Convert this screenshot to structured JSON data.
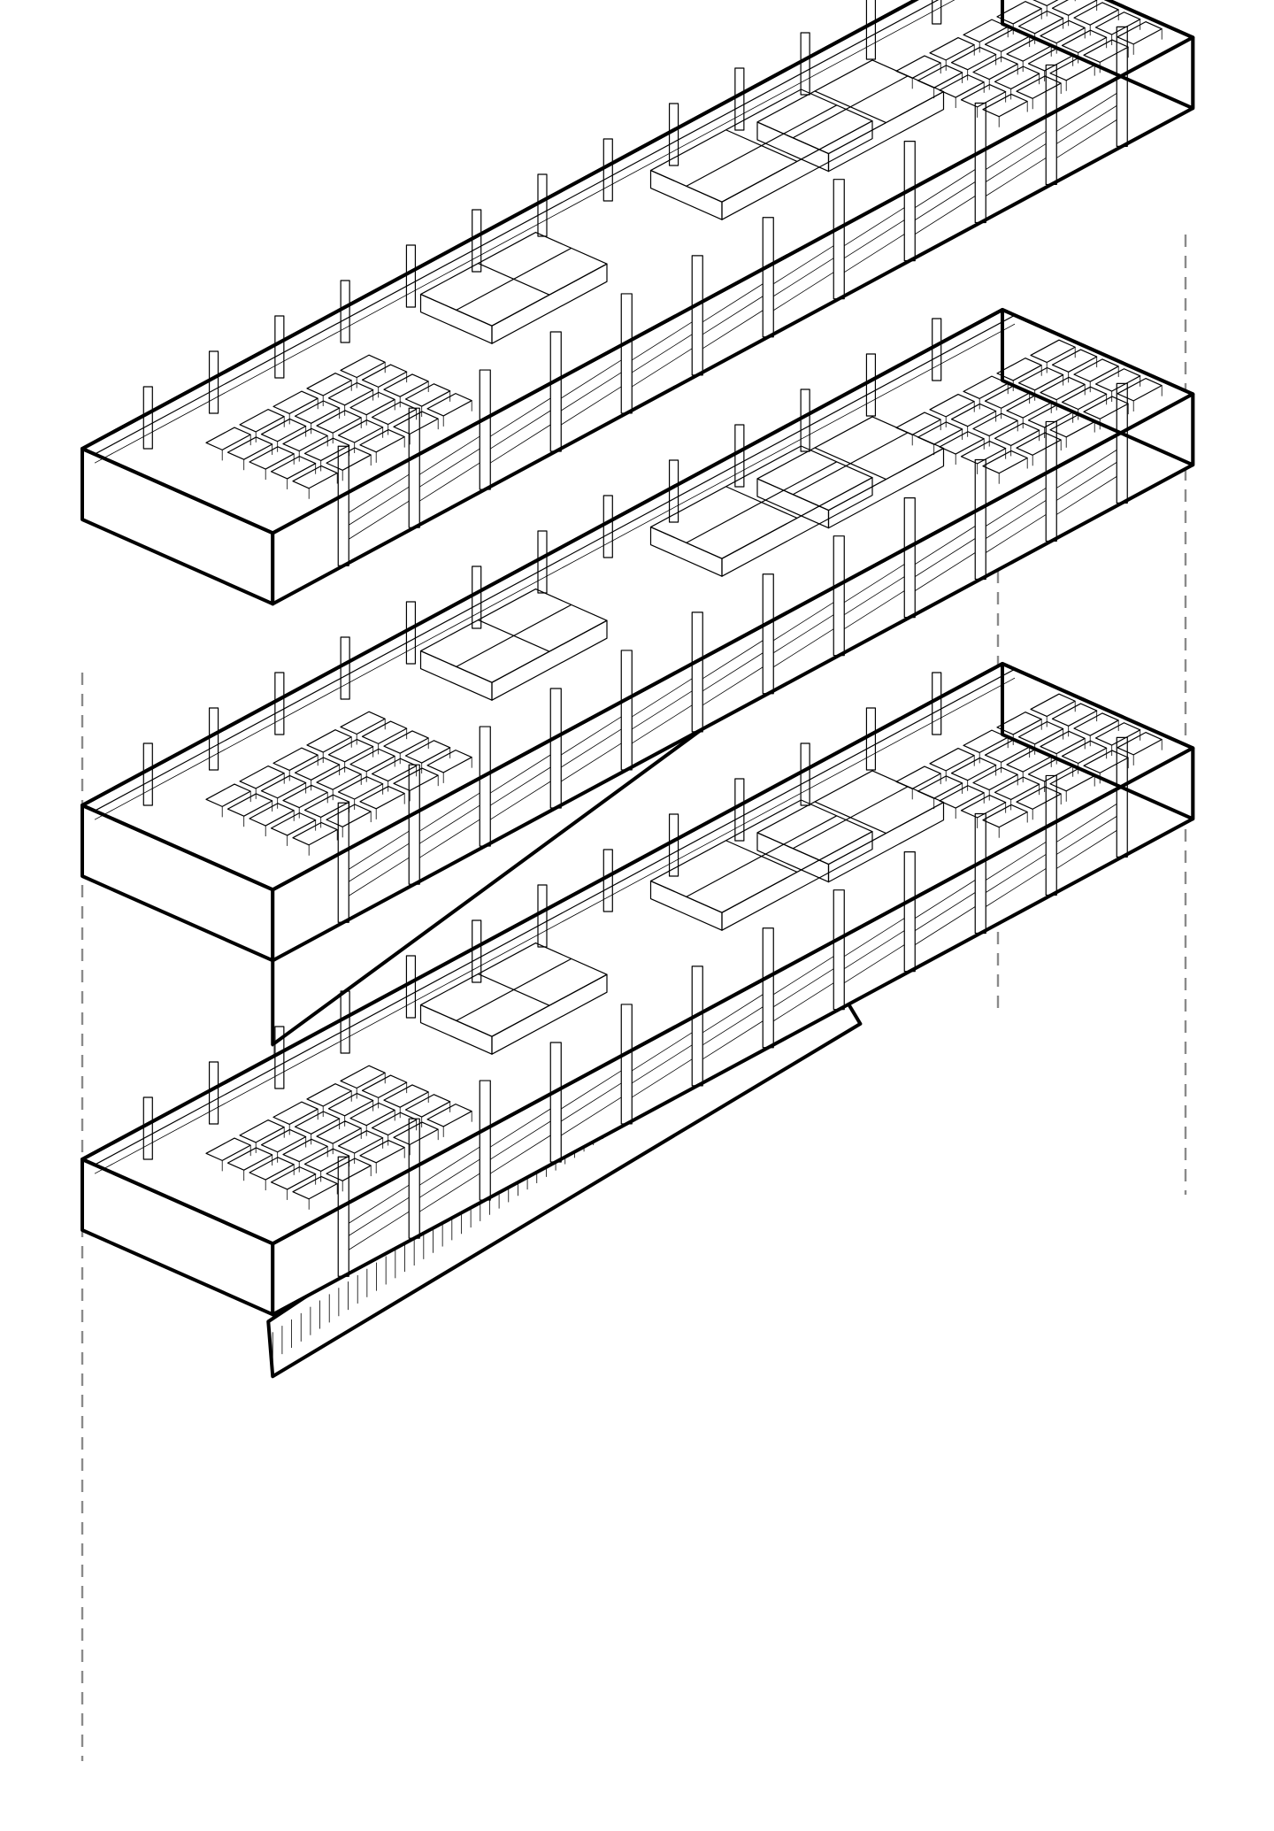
{
  "diagram": {
    "kind": "exploded-axonometric",
    "levels": [
      {
        "id": "level-3",
        "has_slab_extension": false,
        "has_ramp": false
      },
      {
        "id": "level-2",
        "has_slab_extension": true,
        "has_ramp": false
      },
      {
        "id": "level-1",
        "has_slab_extension": false,
        "has_ramp": true
      }
    ],
    "stroke_color": "#000000",
    "guide_color": "#8a8a8a",
    "background": "#ffffff"
  }
}
